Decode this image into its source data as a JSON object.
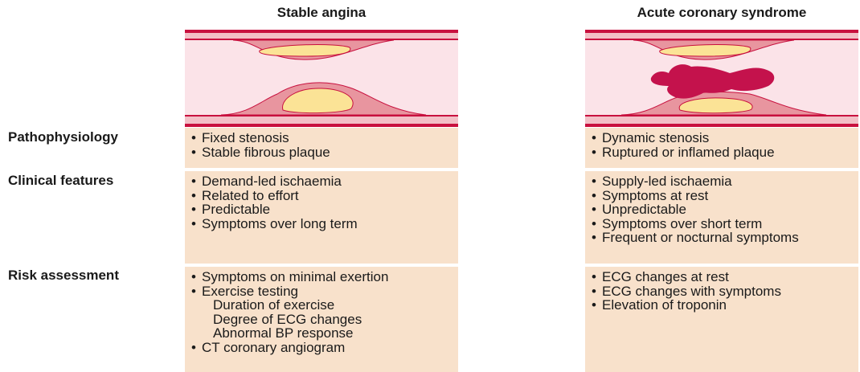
{
  "columns": {
    "stable": {
      "title": "Stable angina"
    },
    "acs": {
      "title": "Acute coronary syndrome"
    }
  },
  "rows": [
    {
      "label": "Pathophysiology"
    },
    {
      "label": "Clinical features"
    },
    {
      "label": "Risk assessment"
    }
  ],
  "stable": {
    "pathophysiology": [
      {
        "text": "Fixed stenosis"
      },
      {
        "text": "Stable fibrous plaque"
      }
    ],
    "clinical": [
      {
        "text": "Demand-led ischaemia"
      },
      {
        "text": "Related to effort"
      },
      {
        "text": "Predictable"
      },
      {
        "text": "Symptoms over long term"
      }
    ],
    "risk": [
      {
        "text": "Symptoms on minimal exertion"
      },
      {
        "text": "Exercise testing"
      },
      {
        "text": "Duration of exercise"
      },
      {
        "text": "Degree of ECG changes"
      },
      {
        "text": "Abnormal BP response"
      },
      {
        "text": "CT coronary angiogram"
      }
    ]
  },
  "acs": {
    "pathophysiology": [
      {
        "text": "Dynamic stenosis"
      },
      {
        "text": "Ruptured or inflamed plaque"
      }
    ],
    "clinical": [
      {
        "text": "Supply-led ischaemia"
      },
      {
        "text": "Symptoms at rest"
      },
      {
        "text": "Unpredictable"
      },
      {
        "text": "Symptoms over short term"
      },
      {
        "text": "Frequent or nocturnal symptoms"
      }
    ],
    "risk": [
      {
        "text": "ECG changes at rest"
      },
      {
        "text": "ECG changes with symptoms"
      },
      {
        "text": "Elevation of troponin"
      }
    ]
  },
  "colors": {
    "box_fill": "#f8e1cb",
    "vessel_wall": "#c8103e",
    "vessel_lumen": "#fbe3e8",
    "intima": "#f3bfc6",
    "plaque_cap": "#e8959f",
    "plaque_core": "#fbe396",
    "thrombus": "#c4124c"
  }
}
